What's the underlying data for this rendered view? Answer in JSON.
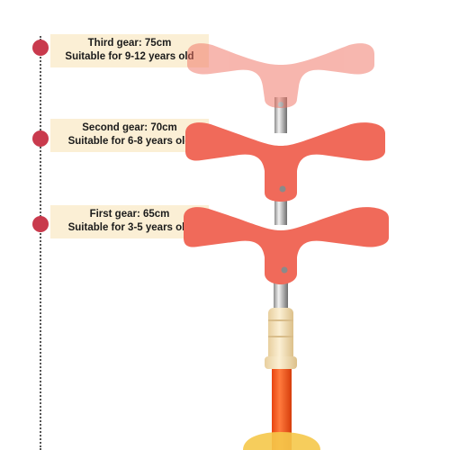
{
  "gears": [
    {
      "title": "Third gear: 75cm",
      "subtitle": "Suitable for 9-12 years old"
    },
    {
      "title": "Second gear: 70cm",
      "subtitle": "Suitable for 6-8 years old"
    },
    {
      "title": "First gear: 65cm",
      "subtitle": "Suitable for 3-5 years old"
    }
  ],
  "colors": {
    "dot": "#c93a4d",
    "label_bg": "#fbefd5",
    "handle": "#f06a5a",
    "handle_faded": "#f6b3a9",
    "stem": "#f3581d",
    "collar": "#f3dfb6"
  }
}
